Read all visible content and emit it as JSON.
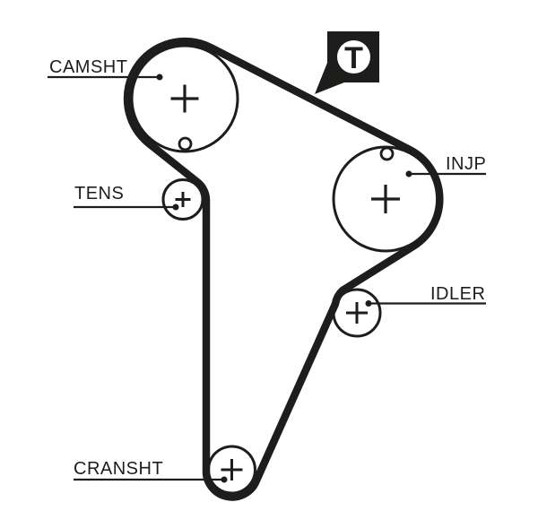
{
  "diagram": {
    "type": "timing-belt-routing",
    "badge": {
      "label": "T"
    },
    "pulleys": [
      {
        "id": "camsht",
        "label": "CAMSHT"
      },
      {
        "id": "tens",
        "label": "TENS"
      },
      {
        "id": "injp",
        "label": "INJP"
      },
      {
        "id": "idler",
        "label": "IDLER"
      },
      {
        "id": "cransht",
        "label": "CRANSHT"
      }
    ],
    "colors": {
      "ink": "#1d1d1b",
      "background": "#ffffff"
    }
  }
}
